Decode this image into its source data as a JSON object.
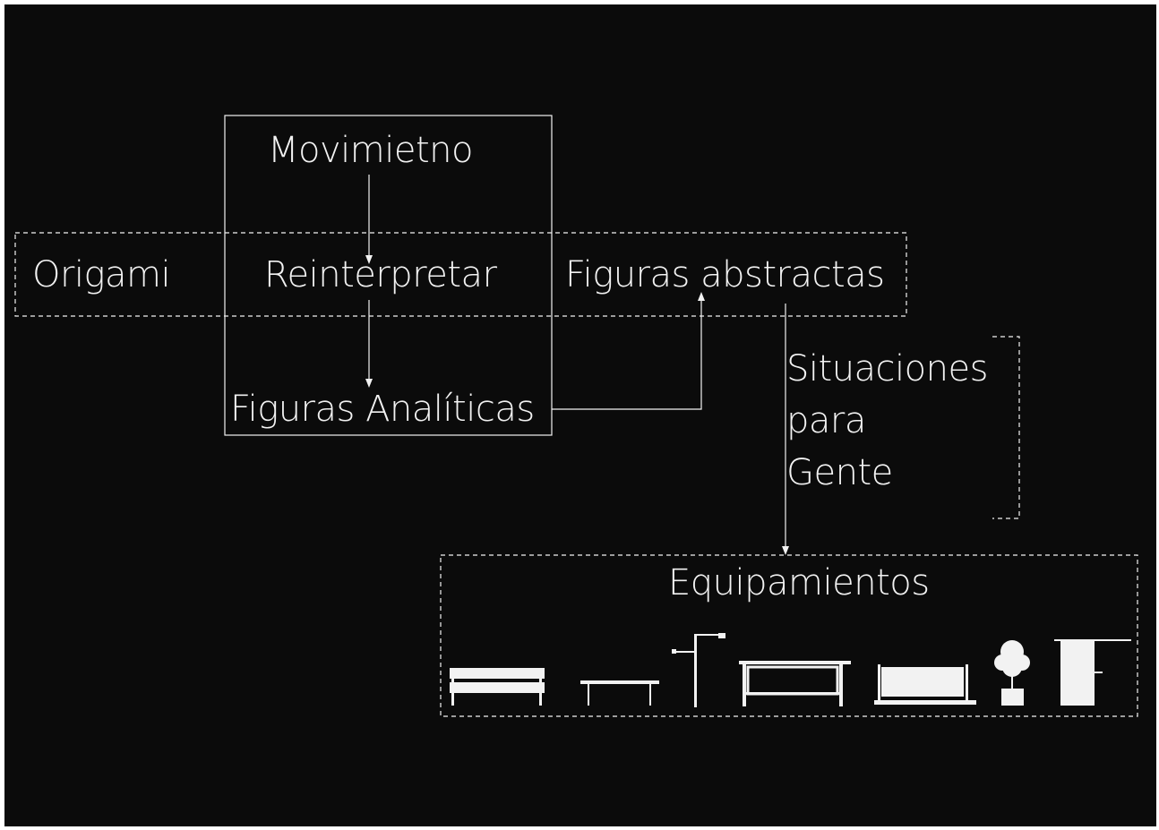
{
  "labels": {
    "origami": "Origami",
    "movimiento": "Movimietno",
    "reinterpretar": "Reinterpretar",
    "figuras_abstractas": "Figuras abstractas",
    "figuras_analiticas": "Figuras Analíticas",
    "situaciones": [
      "Situaciones",
      "para",
      "Gente"
    ],
    "equipamientos": "Equipamientos"
  },
  "equipment_icons": [
    "bench-icon",
    "low-table-icon",
    "street-lamp-icon",
    "picnic-table-icon",
    "lounge-bench-icon",
    "potted-tree-icon",
    "counter-kiosk-icon"
  ],
  "colors": {
    "background": "#0b0b0b",
    "foreground": "#f2f2f2",
    "frame": "#ffffff"
  }
}
